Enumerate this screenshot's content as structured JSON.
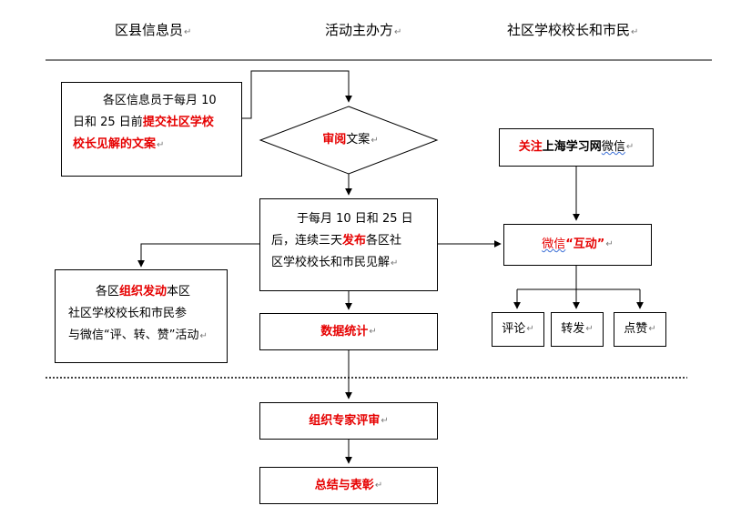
{
  "headers": {
    "col1": "区县信息员",
    "col2": "活动主办方",
    "col3": "社区学校校长和市民"
  },
  "return_mark": "↵",
  "left_box": {
    "line1": "各区信息员于每月 10",
    "line2_pre": "日和 25 日前",
    "line2_red": "提交社区学校",
    "line3_red": "校长见解的文案"
  },
  "review": {
    "red": "审阅",
    "black": "文案"
  },
  "publish": {
    "line1": "于每月 10 日和 25 日",
    "line2_pre": "后，连续三天",
    "line2_red": "发布",
    "line2_post": "各区社",
    "line3": "区学校校长和市民见解"
  },
  "organize": {
    "line1_pre": "各区",
    "line1_red": "组织发动",
    "line1_post": "本区",
    "line2": "社区学校校长和市民参",
    "line3": "与微信“评、转、赞”活动"
  },
  "stats": {
    "label": "数据统计"
  },
  "follow": {
    "red": "关注",
    "bold": "上海学习网",
    "plain": "微信"
  },
  "interact": {
    "plain": "微信",
    "red": "“互动”"
  },
  "actions": [
    "评论",
    "转发",
    "点赞"
  ],
  "expert": {
    "label": "组织专家评审"
  },
  "summary": {
    "label": "总结与表彰"
  }
}
